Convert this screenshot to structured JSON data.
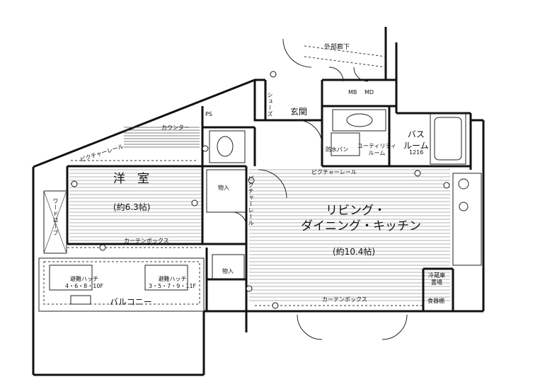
{
  "labels": {
    "exterior_corridor": "外部廊下",
    "entrance": "玄関",
    "shoe_closet": "シューズ",
    "mb": "MB",
    "md": "MD",
    "ps": "PS",
    "counter": "カウンター",
    "picture_rail_west": "ピクチャーレール",
    "picture_rail_center": "ピクチャーレール",
    "picture_rail_south": "ピクチャーレール",
    "western_room": "洋　室",
    "western_room_size": "(約6.3帖)",
    "wardrobe": "ワードローブ",
    "storage_1": "物入",
    "storage_2": "物入",
    "bath": "バス\nルーム",
    "bath_size": "1216",
    "utility": "ユーティリティ\nルーム",
    "waterproof_pan": "防水パン",
    "ldk_line1": "リビング・",
    "ldk_line2": "ダイニング・キッチン",
    "ldk_size": "(約10.4帖)",
    "curtain_box_1": "カーテンボックス",
    "curtain_box_2": "カーテンボックス",
    "hatch_a": "避難ハッチ\n4・6・8・10F",
    "hatch_b": "避難ハッチ\n3・5・7・9・11F",
    "balcony": "バルコニー",
    "fridge": "冷蔵庫\n置場",
    "storage_small": "食器棚"
  }
}
